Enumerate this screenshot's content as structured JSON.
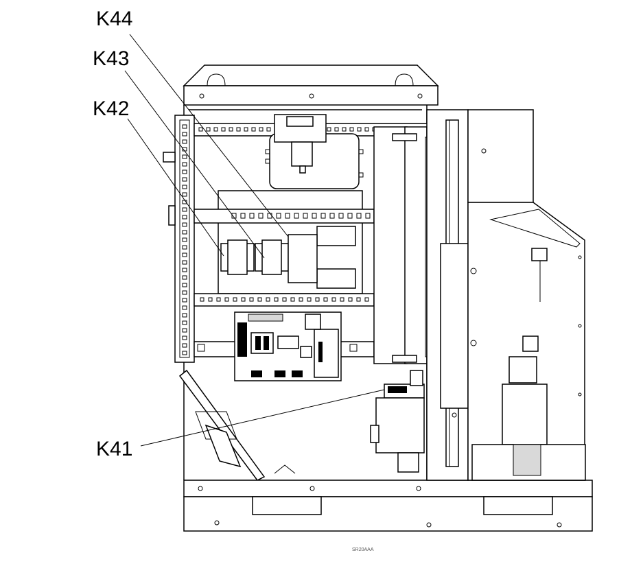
{
  "labels": {
    "k44": "K44",
    "k43": "K43",
    "k42": "K42",
    "k41": "K41"
  },
  "drawing_code": "SR20AAA"
}
